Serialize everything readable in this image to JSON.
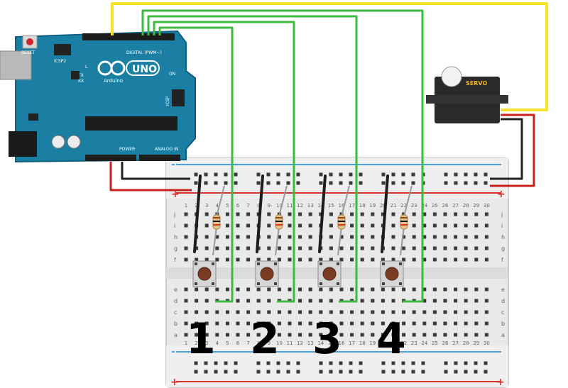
{
  "arduino": {
    "logo": "UNO",
    "brand": "Arduino",
    "reset_label": "RESET",
    "icsp2_label": "ICSP2",
    "icsp_label": "ICSP",
    "digital_label": "DIGITAL (PWM~)",
    "power_label": "POWER",
    "analog_label": "ANALOG IN",
    "on_label": "ON",
    "tx_label": "TX",
    "rx_label": "RX",
    "l_label": "L",
    "board_color": "#1a7fa3"
  },
  "servo": {
    "label": "SERVO"
  },
  "breadboard": {
    "column_numbers": [
      "1",
      "2",
      "3",
      "4",
      "5",
      "6",
      "7",
      "8",
      "9",
      "10",
      "11",
      "12",
      "13",
      "14",
      "15",
      "16",
      "17",
      "18",
      "19",
      "20",
      "21",
      "22",
      "23",
      "24",
      "25",
      "26",
      "27",
      "28",
      "29",
      "30"
    ],
    "row_letters_top": [
      "j",
      "i",
      "h",
      "g",
      "f"
    ],
    "row_letters_bottom": [
      "e",
      "d",
      "c",
      "b",
      "a"
    ],
    "plus": "+",
    "minus": "-"
  },
  "buttons": [
    {
      "number": "1"
    },
    {
      "number": "2"
    },
    {
      "number": "3"
    },
    {
      "number": "4"
    }
  ],
  "colors": {
    "wire_green": "#3dbb3d",
    "wire_yellow": "#f5e32a",
    "wire_red": "#c8221c",
    "wire_black": "#222222",
    "rail_red": "#d8322b",
    "rail_blue": "#4aa0d8"
  }
}
